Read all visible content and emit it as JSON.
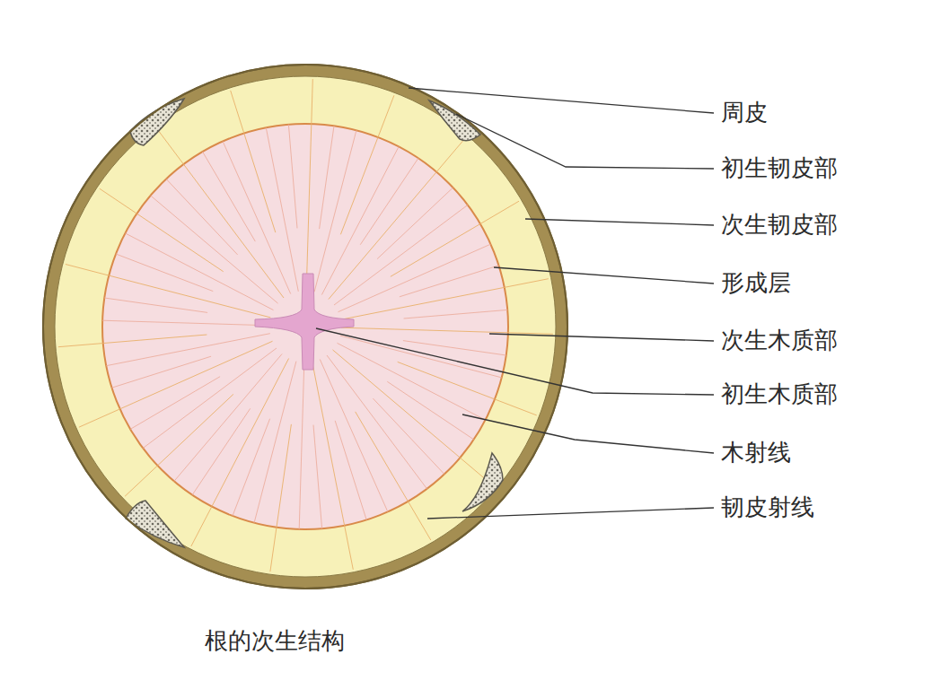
{
  "diagram": {
    "caption": "根的次生结构",
    "labels": [
      "周皮",
      "初生韧皮部",
      "次生韧皮部",
      "形成层",
      "次生木质部",
      "初生木质部",
      "木射线",
      "韧皮射线"
    ]
  }
}
